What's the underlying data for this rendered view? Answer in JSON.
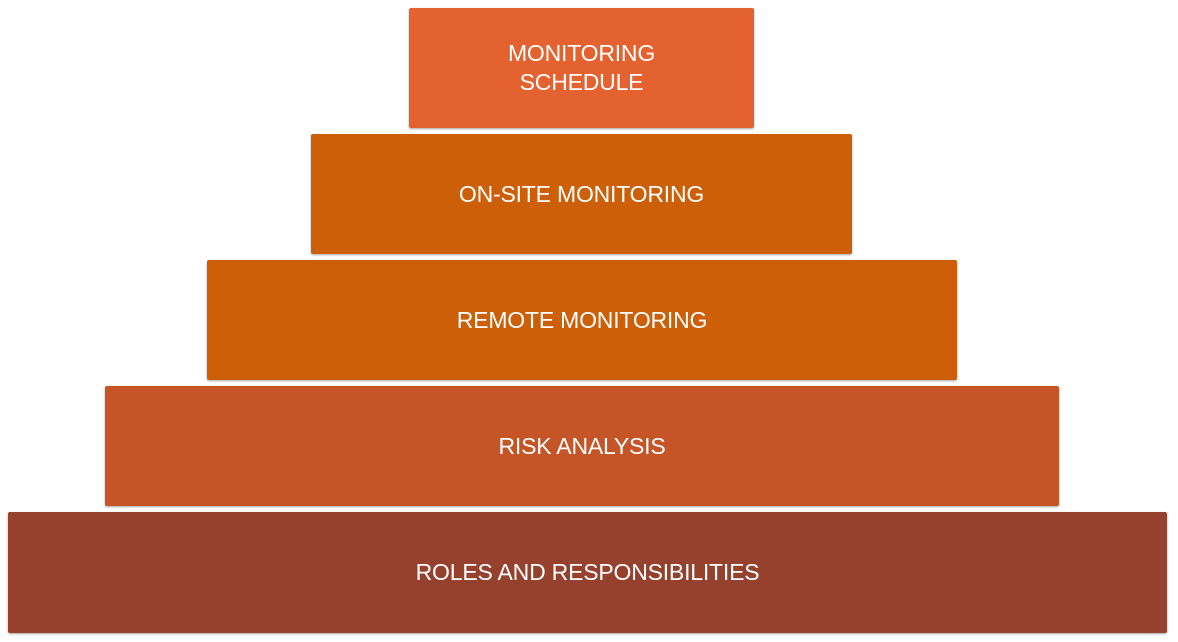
{
  "pyramid": {
    "tiers": [
      {
        "label": "MONITORING\nSCHEDULE",
        "color": "#E4622F"
      },
      {
        "label": "ON-SITE MONITORING",
        "color": "#CC5F07"
      },
      {
        "label": "REMOTE MONITORING",
        "color": "#CC5F07"
      },
      {
        "label": "RISK ANALYSIS",
        "color": "#C55527"
      },
      {
        "label": "ROLES AND RESPONSIBILITIES",
        "color": "#96412E"
      }
    ]
  }
}
